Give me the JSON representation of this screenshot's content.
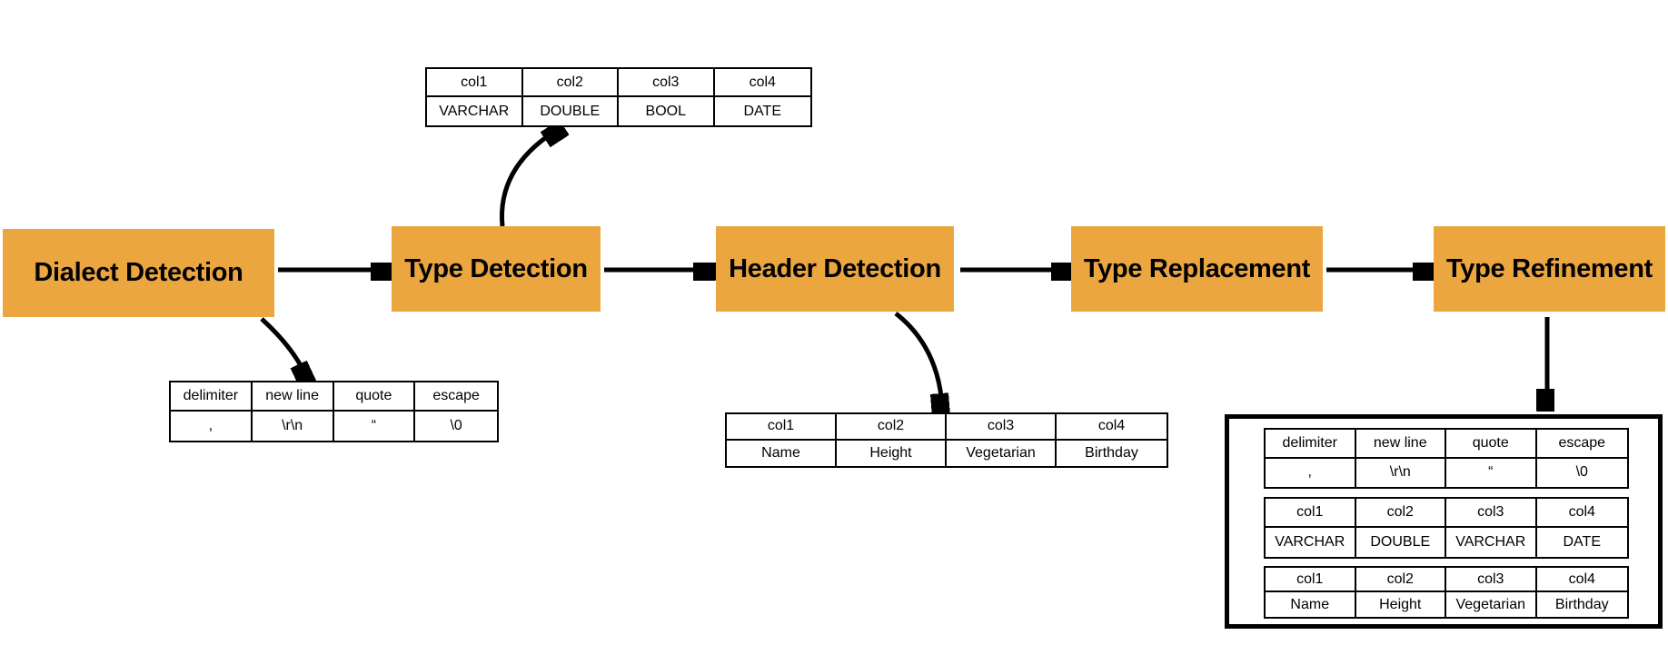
{
  "diagram": {
    "accent_color": "#EBA640",
    "stages": [
      {
        "label": "Dialect Detection"
      },
      {
        "label": "Type Detection"
      },
      {
        "label": "Header Detection"
      },
      {
        "label": "Type Replacement"
      },
      {
        "label": "Type Refinement"
      }
    ],
    "tables": {
      "type_detection_output": {
        "headers": [
          "col1",
          "col2",
          "col3",
          "col4"
        ],
        "row": [
          "VARCHAR",
          "DOUBLE",
          "BOOL",
          "DATE"
        ]
      },
      "dialect_output": {
        "headers": [
          "delimiter",
          "new line",
          "quote",
          "escape"
        ],
        "row": [
          ",",
          "\\r\\n",
          "“",
          "\\0"
        ]
      },
      "header_output": {
        "headers": [
          "col1",
          "col2",
          "col3",
          "col4"
        ],
        "row": [
          "Name",
          "Height",
          "Vegetarian",
          "Birthday"
        ]
      },
      "result_dialect": {
        "headers": [
          "delimiter",
          "new line",
          "quote",
          "escape"
        ],
        "row": [
          ",",
          "\\r\\n",
          "“",
          "\\0"
        ]
      },
      "result_types": {
        "headers": [
          "col1",
          "col2",
          "col3",
          "col4"
        ],
        "row": [
          "VARCHAR",
          "DOUBLE",
          "VARCHAR",
          "DATE"
        ]
      },
      "result_header": {
        "headers": [
          "col1",
          "col2",
          "col3",
          "col4"
        ],
        "row": [
          "Name",
          "Height",
          "Vegetarian",
          "Birthday"
        ]
      }
    }
  }
}
